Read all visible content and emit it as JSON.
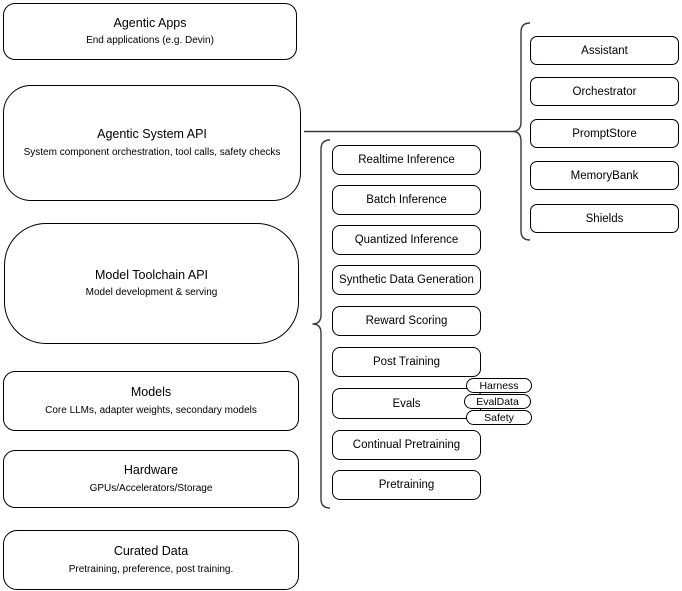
{
  "diagram": {
    "stack": [
      {
        "title": "Agentic Apps",
        "subtitle": "End applications (e.g. Devin)"
      },
      {
        "title": "Agentic System API",
        "subtitle": "System component orchestration, tool calls, safety checks"
      },
      {
        "title": "Model Toolchain API",
        "subtitle": "Model development & serving"
      },
      {
        "title": "Models",
        "subtitle": "Core LLMs, adapter weights, secondary models"
      },
      {
        "title": "Hardware",
        "subtitle": "GPUs/Accelerators/Storage"
      },
      {
        "title": "Curated Data",
        "subtitle": "Pretraining, preference, post training."
      }
    ],
    "toolchain_capabilities": [
      "Realtime Inference",
      "Batch Inference",
      "Quantized Inference",
      "Synthetic Data Generation",
      "Reward Scoring",
      "Post Training",
      "Evals",
      "Continual Pretraining",
      "Pretraining"
    ],
    "eval_tags": [
      "Harness",
      "EvalData",
      "Safety"
    ],
    "system_components": [
      "Assistant",
      "Orchestrator",
      "PromptStore",
      "MemoryBank",
      "Shields"
    ],
    "colors": {
      "box_stroke": "#000000",
      "box_fill": "#ffffff",
      "text": "#000000",
      "connector": "#3a3a3a"
    }
  }
}
